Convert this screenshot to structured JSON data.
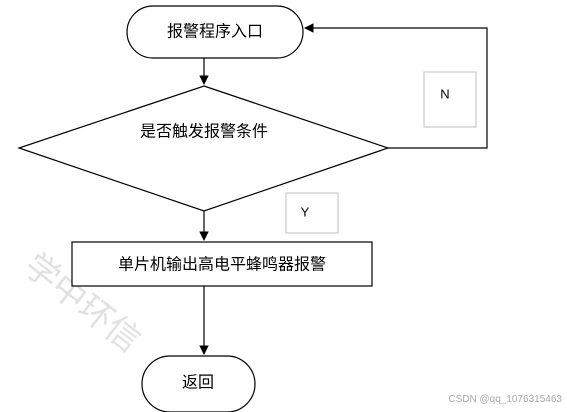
{
  "diagram": {
    "nodes": {
      "start": {
        "label": "报警程序入口",
        "shape": "rounded-rectangle"
      },
      "decision": {
        "label": "是否触发报警条件",
        "shape": "diamond"
      },
      "process": {
        "label": "单片机输出高电平蜂鸣器报警",
        "shape": "rectangle"
      },
      "end": {
        "label": "返回",
        "shape": "rounded-rectangle"
      }
    },
    "branches": {
      "no_label": "N",
      "yes_label": "Y"
    },
    "edges": [
      {
        "from": "start",
        "to": "decision"
      },
      {
        "from": "decision",
        "to": "process",
        "label": "Y"
      },
      {
        "from": "decision",
        "to": "start",
        "label": "N"
      },
      {
        "from": "process",
        "to": "end"
      }
    ]
  },
  "watermark": {
    "text": "学中环信",
    "credit": "CSDN @qq_1076315463"
  },
  "colors": {
    "stroke": "#000000",
    "watermark": "#c9c9c9",
    "label_box_shadow": "#bfbfbf"
  }
}
